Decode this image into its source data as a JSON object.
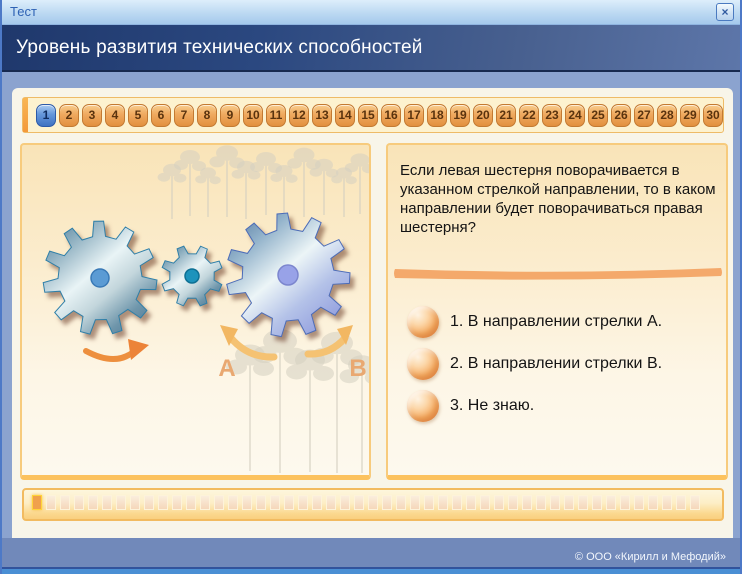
{
  "window": {
    "title": "Тест",
    "close_icon": "×"
  },
  "header": {
    "title": "Уровень развития технических способностей"
  },
  "nav": {
    "buttons": [
      "1",
      "2",
      "3",
      "4",
      "5",
      "6",
      "7",
      "8",
      "9",
      "10",
      "11",
      "12",
      "13",
      "14",
      "15",
      "16",
      "17",
      "18",
      "19",
      "20",
      "21",
      "22",
      "23",
      "24",
      "25",
      "26",
      "27",
      "28",
      "29",
      "30"
    ],
    "active_index": 0
  },
  "question": {
    "text": "Если левая шестерня поворачивается в указанном стрелкой направлении, то в каком направлении будет поворачиваться правая шестерня?",
    "options": [
      {
        "label": "1. В направлении стрелки А."
      },
      {
        "label": "2. В направлении стрелки В."
      },
      {
        "label": "3. Не знаю."
      }
    ]
  },
  "figure": {
    "label_a": "А",
    "label_b": "В"
  },
  "progress": {
    "total": 48,
    "current_index": 0
  },
  "footer": {
    "copyright": "© ООО «Кирилл и Мефодий»"
  },
  "colors": {
    "accent_orange": "#f0a852",
    "active_blue": "#4a7cc8",
    "header_blue": "#2b4880",
    "strip_cream": "#fdf2cf",
    "panel_cream": "#f9e4b8",
    "window_blue": "#8ba3cf"
  }
}
